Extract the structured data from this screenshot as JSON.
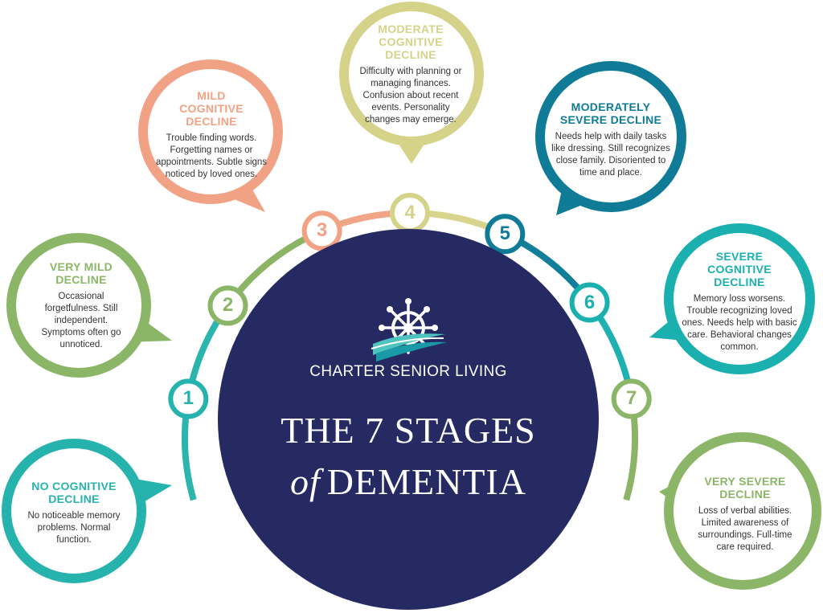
{
  "brand": {
    "name": "CHARTER SENIOR LIVING",
    "logo_icon": "ship-wheel-icon"
  },
  "title": {
    "line1": "THE 7 STAGES",
    "of_word": "of",
    "line2": "DEMENTIA"
  },
  "colors": {
    "navy": "#262a62",
    "arc": [
      "#2bb5ac",
      "#2bb5ac",
      "#8cb465",
      "#f2a586",
      "#d7d48e",
      "#127e99",
      "#1fb1b1",
      "#8cb465"
    ]
  },
  "stages": [
    {
      "number": "1",
      "title": "NO COGNITIVE DECLINE",
      "description": "No noticeable memory problems. Normal function.",
      "color": "#27b3ad"
    },
    {
      "number": "2",
      "title": "VERY MILD DECLINE",
      "description": "Occasional forgetfulness. Still independent. Symptoms often go unnoticed.",
      "color": "#8bb567"
    },
    {
      "number": "3",
      "title": "MILD COGNITIVE DECLINE",
      "description": "Trouble finding words. Forgetting names or appointments. Subtle signs noticed by loved ones.",
      "color": "#f2a284"
    },
    {
      "number": "4",
      "title": "MODERATE COGNITIVE DECLINE",
      "description": "Difficulty with planning or managing finances. Confusion about recent events. Personality changes may emerge.",
      "color": "#d5d38a"
    },
    {
      "number": "5",
      "title": "MODERATELY SEVERE DECLINE",
      "description": "Needs help with daily tasks like dressing. Still recognizes close family. Disoriented to time and place.",
      "color": "#0f7b97"
    },
    {
      "number": "6",
      "title": "SEVERE COGNITIVE DECLINE",
      "description": "Memory loss worsens. Trouble recognizing loved ones. Needs help with basic care. Behavioral changes common.",
      "color": "#1ab0b0"
    },
    {
      "number": "7",
      "title": "VERY SEVERE DECLINE",
      "description": "Loss of verbal abilities. Limited awareness of surroundings. Full-time care required.",
      "color": "#8bb567"
    }
  ]
}
